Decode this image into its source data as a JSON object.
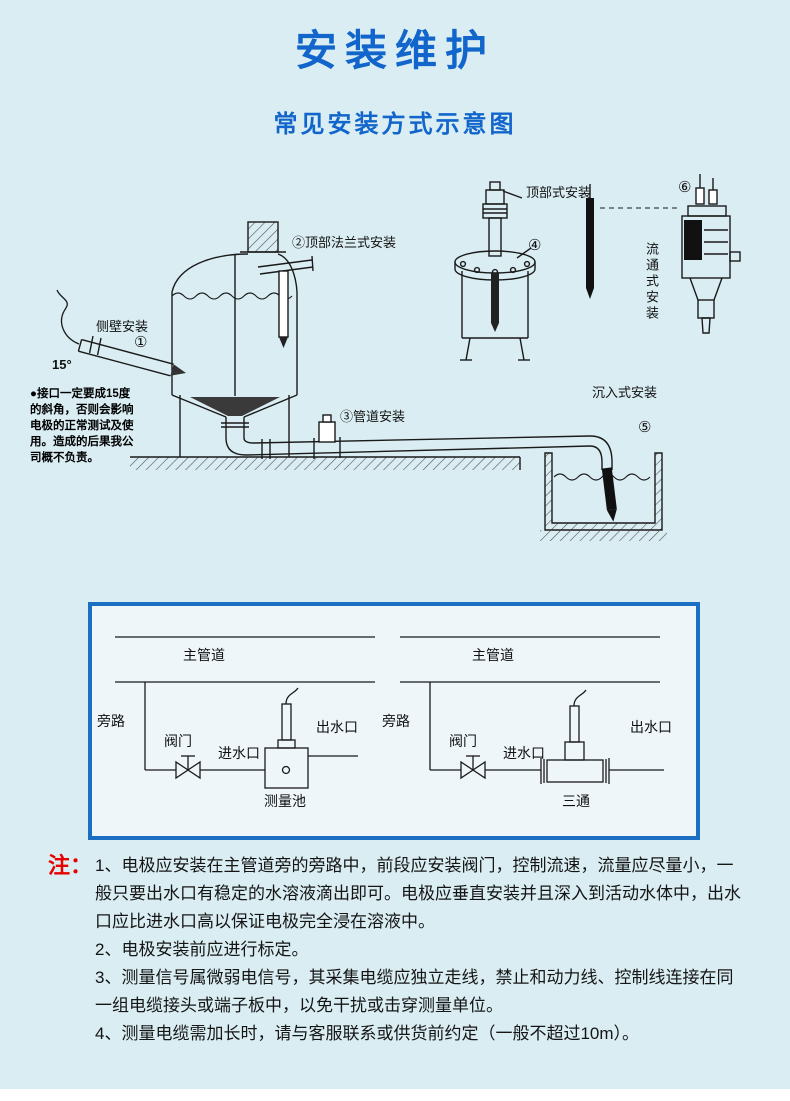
{
  "page": {
    "title": "安装维护",
    "subtitle": "常见安装方式示意图",
    "colors": {
      "background": "#d9edf3",
      "title_blue": "#1266cb",
      "box_border_blue": "#1b6ec2",
      "note_red": "#e80000",
      "line_black": "#1a1a1a"
    }
  },
  "diagram": {
    "labels": {
      "side_wall": "侧壁安装",
      "side_wall_num": "①",
      "angle": "15°",
      "top_flange": "②顶部法兰式安装",
      "pipeline": "③管道安装",
      "top_mount": "顶部式安装",
      "top_mount_num": "④",
      "submersible": "沉入式安装",
      "submersible_num": "⑤",
      "flow_cell_num": "⑥",
      "flow_cell": "流通式安装",
      "warning": "●接口一定要成15度的斜角，否则会影响电极的正常测试及使用。造成的后果我公司概不负责。"
    }
  },
  "schematic_box": {
    "left": {
      "main_pipe": "主管道",
      "bypass": "旁路",
      "valve": "阀门",
      "inlet": "进水口",
      "outlet": "出水口",
      "vessel": "测量池"
    },
    "right": {
      "main_pipe": "主管道",
      "bypass": "旁路",
      "valve": "阀门",
      "inlet": "进水口",
      "outlet": "出水口",
      "vessel": "三通"
    }
  },
  "notes": {
    "label": "注：",
    "items": [
      "1、电极应安装在主管道旁的旁路中，前段应安装阀门，控制流速，流量应尽量小，一般只要出水口有稳定的水溶液滴出即可。电极应垂直安装并且深入到活动水体中，出水口应比进水口高以保证电极完全浸在溶液中。",
      "2、电极安装前应进行标定。",
      "3、测量信号属微弱电信号，其采集电缆应独立走线，禁止和动力线、控制线连接在同一组电缆接头或端子板中，以免干扰或击穿测量单位。",
      "4、测量电缆需加长时，请与客服联系或供货前约定（一般不超过10m）。"
    ]
  }
}
